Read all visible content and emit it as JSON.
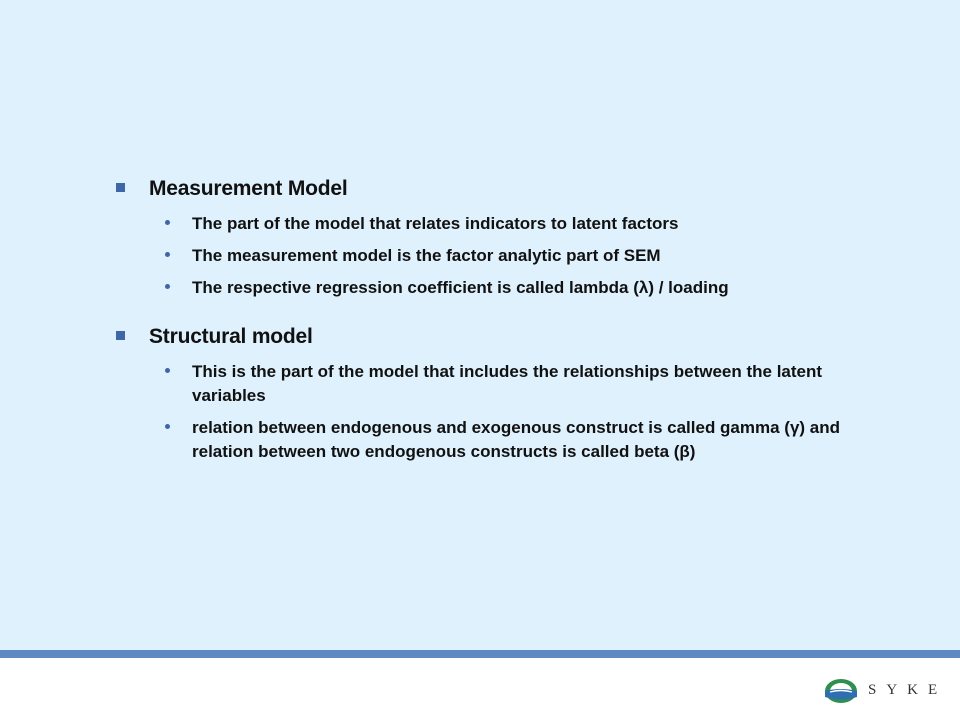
{
  "sections": [
    {
      "title": "Measurement Model",
      "items": [
        "The part of the model that relates indicators to latent factors",
        "The measurement model is the factor analytic part of SEM",
        "The respective regression coefficient is called lambda (λ) / loading"
      ]
    },
    {
      "title": "Structural model",
      "items": [
        "This is the part of the model that includes the relationships between the latent variables",
        "relation between endogenous and exogenous construct is called gamma (γ) and relation between two endogenous constructs is called beta (β)"
      ]
    }
  ],
  "logo": {
    "text": "SYKE",
    "icon": "syke-logo-icon"
  },
  "colors": {
    "background": "#dff1fd",
    "accent": "#3f66a8",
    "footer_band": "#5d8ac0"
  }
}
